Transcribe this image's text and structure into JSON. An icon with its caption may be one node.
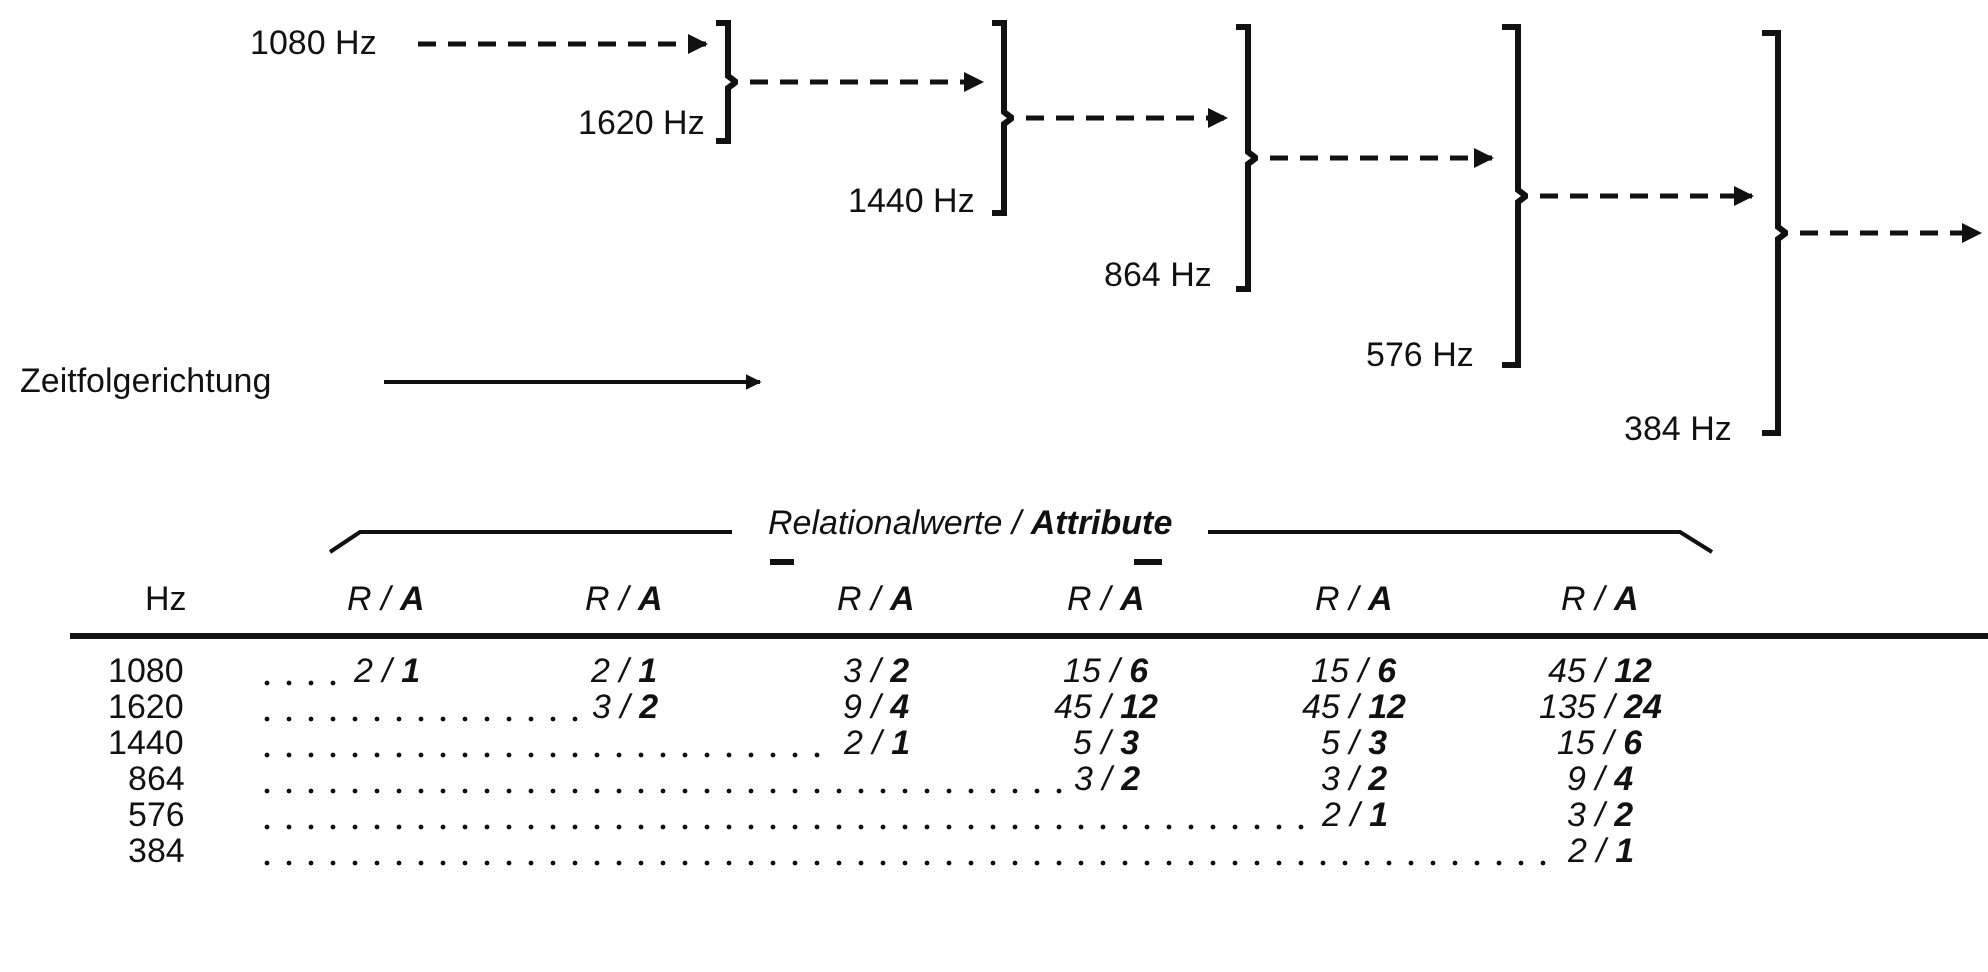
{
  "diagram": {
    "nodes": [
      {
        "text": [
          "1080 Hz"
        ]
      },
      {
        "text": [],
        "shape": "bracket",
        "beside": [
          "1620 Hz"
        ]
      },
      {
        "text": [],
        "shape": "bracket",
        "beside": [
          "1440 Hz"
        ]
      },
      {
        "text": [],
        "shape": "bracket",
        "beside": [
          "864 Hz"
        ]
      },
      {
        "text": [],
        "shape": "bracket",
        "beside": [
          "576 Hz"
        ]
      },
      {
        "text": [],
        "shape": "bracket",
        "beside": [
          "384 Hz"
        ]
      }
    ],
    "edges": [
      {
        "from": 0,
        "to": 1,
        "arrow": "to",
        "style": "dashed"
      },
      {
        "from": 1,
        "to": 2,
        "arrow": "to",
        "style": "dashed"
      },
      {
        "from": 2,
        "to": 3,
        "arrow": "to",
        "style": "dashed"
      },
      {
        "from": 3,
        "to": 4,
        "arrow": "to",
        "style": "dashed"
      },
      {
        "from": 4,
        "to": 5,
        "arrow": "to",
        "style": "dashed"
      },
      {
        "from": 5,
        "to": null,
        "arrow": "to",
        "style": "dashed"
      }
    ],
    "labels": [
      "Zeitfolgerichtung",
      "Relationalwerte / **Attribute**",
      "Hz",
      "R / **A**",
      "R / **A**",
      "R / **A**",
      "R / **A**",
      "R / **A**",
      "R / **A**",
      "1080",
      "2 / **1**",
      "2 / **1**",
      "3 / **2**",
      "15 / **6**",
      "15 / **6**",
      "45 / **12**",
      "1620",
      "3 / **2**",
      "9 / **4**",
      "45 / **12**",
      "45 / **12**",
      "135 / **24**",
      "1440",
      "2 / **1**",
      "5 / **3**",
      "5 / **3**",
      "15 / **6**",
      "864",
      "3 / **2**",
      "3 / **2**",
      "9 / **4**",
      "576",
      "2 / **1**",
      "3 / **2**",
      "384",
      "2 / **1**"
    ]
  }
}
